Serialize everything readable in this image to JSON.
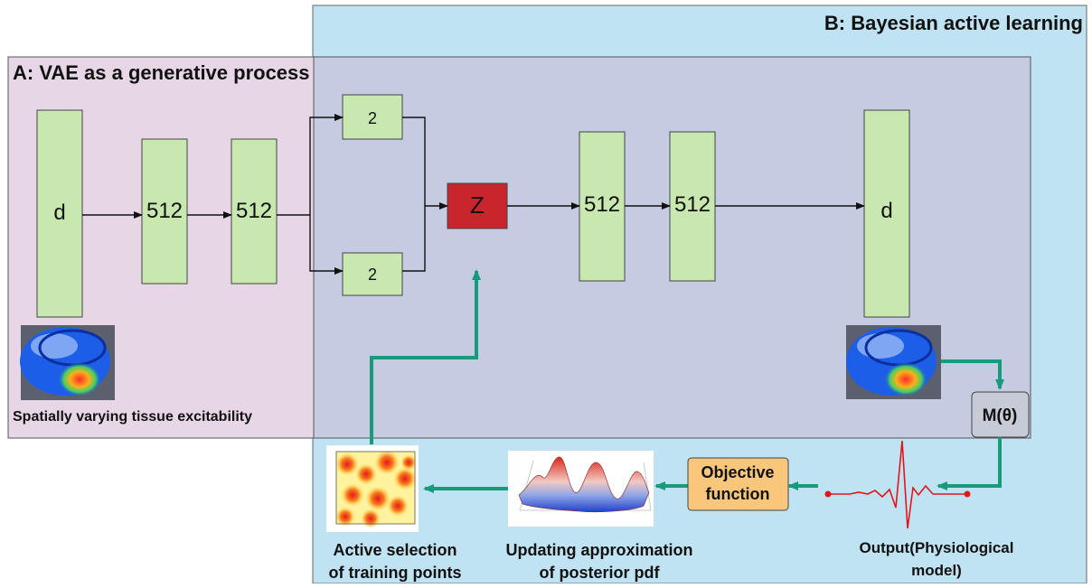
{
  "panels": {
    "bayes_title": "B: Bayesian active learning",
    "vae_title": "A: VAE as a generative process"
  },
  "nodes": {
    "input_d": "d",
    "enc1": "512",
    "enc2": "512",
    "mu": "2",
    "sigma": "2",
    "z": "Z",
    "dec1": "512",
    "dec2": "512",
    "output_d": "d",
    "model": "M(θ)",
    "objective_line1": "Objective",
    "objective_line2": "function"
  },
  "captions": {
    "input_caption": "Spatially varying tissue excitability",
    "selection_line1": "Active selection",
    "selection_line2": "of training points",
    "posterior_line1": "Updating approximation",
    "posterior_line2": "of posterior pdf",
    "output_line1": "Output(Physiological",
    "output_line2": "model)"
  },
  "colors": {
    "bayes_panel": "#bfe3f2",
    "vae_panel": "#e7d6e6",
    "overlap": "#c5cbe0",
    "layer": "#c8e8b0",
    "latent": "#c8252c",
    "objective": "#f9c77c",
    "flow_arrow": "#1a9a7c",
    "signal": "#e3151a"
  }
}
